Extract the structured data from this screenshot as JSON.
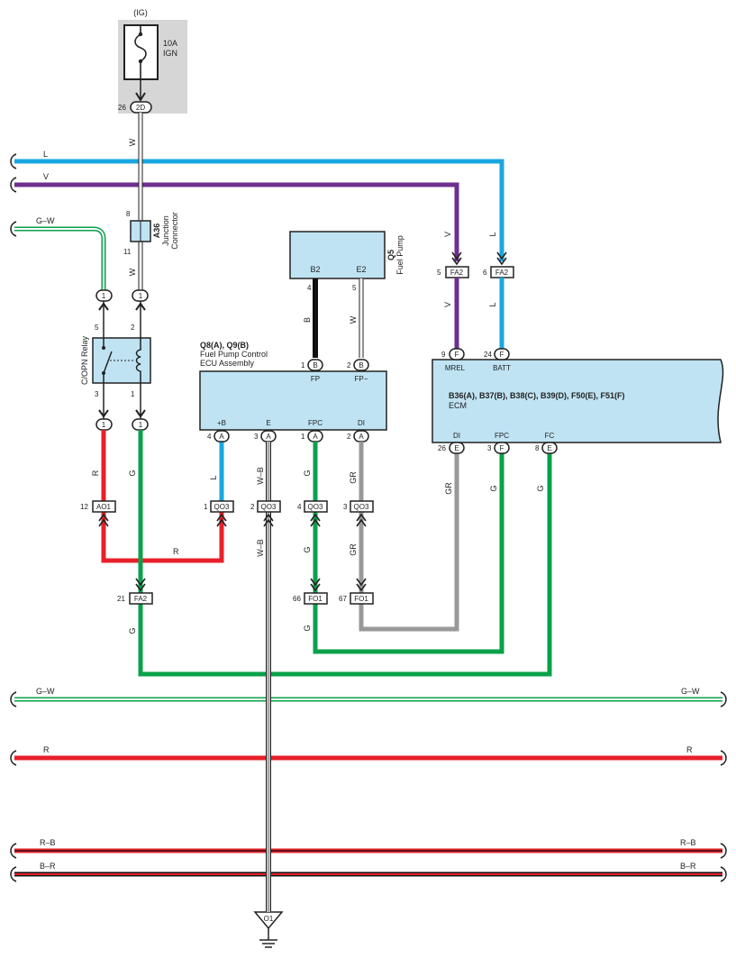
{
  "colors": {
    "L": "#1aa7e0",
    "V": "#6e2f8e",
    "R": "#e8202a",
    "G": "#0aa14a",
    "GR": "#999999",
    "B": "#111111",
    "W": "#ffffff",
    "outline": "#222222",
    "box_fill": "#bfe3f3",
    "fuse_panel": "#d6d6d6"
  },
  "fuse": {
    "ig": "(IG)",
    "rating": "10A",
    "name": "IGN",
    "pin_left": "26",
    "connector": "2D"
  },
  "junction": {
    "id": "A36",
    "name1": "Junction",
    "name2": "Connector",
    "pin_top": "8",
    "pin_bottom": "11"
  },
  "relay": {
    "name": "C/OPN Relay",
    "pin5": "5",
    "pin2": "2",
    "pin3": "3",
    "pin1": "1",
    "conn": "1"
  },
  "pump": {
    "id": "Q5",
    "name": "Fuel Pump",
    "t1": "B2",
    "t2": "E2",
    "p1": "4",
    "p2": "5"
  },
  "fpecu": {
    "id": "Q8(A), Q9(B)",
    "name1": "Fuel Pump Control",
    "name2": "ECU Assembly",
    "top": [
      {
        "pin": "1",
        "conn": "B",
        "name": "FP"
      },
      {
        "pin": "2",
        "conn": "B",
        "name": "FP−"
      }
    ],
    "bottom": [
      {
        "pin": "4",
        "conn": "A",
        "name": "+B"
      },
      {
        "pin": "3",
        "conn": "A",
        "name": "E"
      },
      {
        "pin": "1",
        "conn": "A",
        "name": "FPC"
      },
      {
        "pin": "2",
        "conn": "A",
        "name": "DI"
      }
    ]
  },
  "ecm": {
    "id": "B36(A), B37(B), B38(C), B39(D), F50(E), F51(F)",
    "name": "ECM",
    "top": [
      {
        "pin": "9",
        "conn": "F",
        "name": "MREL"
      },
      {
        "pin": "24",
        "conn": "F",
        "name": "BATT"
      }
    ],
    "bottom": [
      {
        "pin": "26",
        "conn": "E",
        "name": "DI"
      },
      {
        "pin": "3",
        "conn": "F",
        "name": "FPC"
      },
      {
        "pin": "8",
        "conn": "E",
        "name": "FC"
      }
    ]
  },
  "connectors": {
    "fa2_v": {
      "pin": "5",
      "name": "FA2"
    },
    "fa2_l": {
      "pin": "6",
      "name": "FA2"
    },
    "ao1": {
      "pin": "12",
      "name": "AO1"
    },
    "qo3_1": {
      "pin": "1",
      "name": "QO3"
    },
    "qo3_2": {
      "pin": "2",
      "name": "QO3"
    },
    "qo3_4": {
      "pin": "4",
      "name": "QO3"
    },
    "qo3_3": {
      "pin": "3",
      "name": "QO3"
    },
    "fa2_21": {
      "pin": "21",
      "name": "FA2"
    },
    "fo1_66": {
      "pin": "66",
      "name": "FO1"
    },
    "fo1_67": {
      "pin": "67",
      "name": "FO1"
    }
  },
  "ground": {
    "name": "O1"
  },
  "wires": {
    "L": "L",
    "V": "V",
    "GW": "G–W",
    "W": "W",
    "B": "B",
    "R": "R",
    "G": "G",
    "GR": "GR",
    "WB": "W–B",
    "RB": "R–B",
    "BR": "B–R"
  }
}
